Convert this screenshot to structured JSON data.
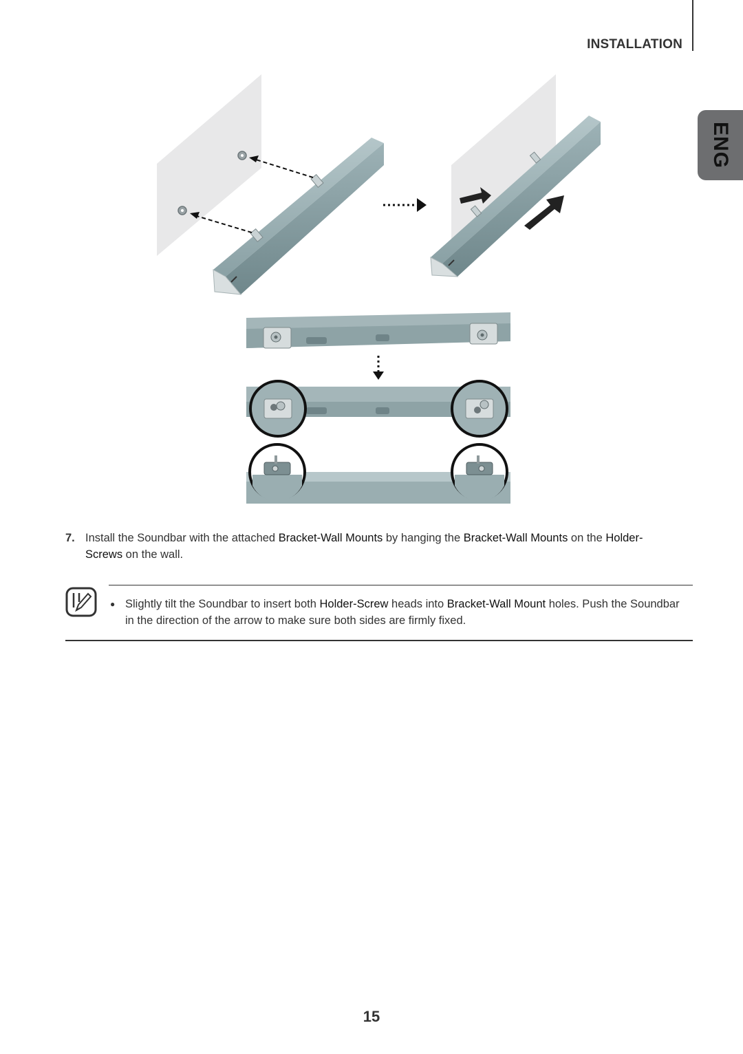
{
  "header": {
    "section_title": "INSTALLATION",
    "language_tab": "ENG"
  },
  "step": {
    "number": "7.",
    "parts": [
      {
        "text": "Install the Soundbar with the attached ",
        "bold": false
      },
      {
        "text": "Bracket-Wall Mounts",
        "bold": true
      },
      {
        "text": " by hanging the ",
        "bold": false
      },
      {
        "text": "Bracket-Wall Mounts",
        "bold": true
      },
      {
        "text": " on the ",
        "bold": false
      },
      {
        "text": "Holder-Screws",
        "bold": true
      },
      {
        "text": " on the wall.",
        "bold": false
      }
    ]
  },
  "note": {
    "bullet": "●",
    "parts": [
      {
        "text": "Slightly tilt the Soundbar to insert both ",
        "bold": false
      },
      {
        "text": "Holder-Screw",
        "bold": true
      },
      {
        "text": " heads into ",
        "bold": false
      },
      {
        "text": "Bracket-Wall Mount",
        "bold": true
      },
      {
        "text": " holes. Push the Soundbar in the direction of the arrow to make sure both sides are firmly fixed.",
        "bold": false
      }
    ]
  },
  "page_number": "15",
  "colors": {
    "bar": "#8fa7ab",
    "wall": "#e8e8e9",
    "tab": "#6d6e70",
    "text": "#333333"
  },
  "icons": {
    "note": "note-pencil-icon"
  }
}
